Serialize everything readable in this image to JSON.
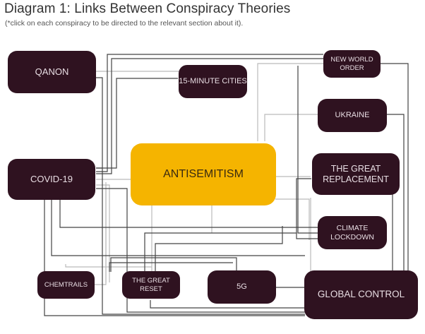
{
  "header": {
    "title": "Diagram 1: Links Between Conspiracy Theories",
    "subtitle": "(*click on each conspiracy to be directed to the relevant section about it)."
  },
  "colors": {
    "node_fill": "#2f1220",
    "node_text": "#e8dde3",
    "center_fill": "#f5b400",
    "center_text": "#3a2a10",
    "link_dark": "#444444",
    "link_light": "#bbbbbb"
  },
  "nodes": {
    "qanon": "QANON",
    "fifteen_minute_cities": "15-MINUTE CITIES",
    "new_world_order": "NEW WORLD\nORDER",
    "ukraine": "UKRAINE",
    "covid19": "COVID-19",
    "antisemitism": "ANTISEMITISM",
    "great_replacement": "THE GREAT\nREPLACEMENT",
    "climate_lockdown": "CLIMATE\nLOCKDOWN",
    "chemtrails": "CHEMTRAILS",
    "great_reset": "THE GREAT\nRESET",
    "five_g": "5G",
    "global_control": "GLOBAL CONTROL"
  }
}
